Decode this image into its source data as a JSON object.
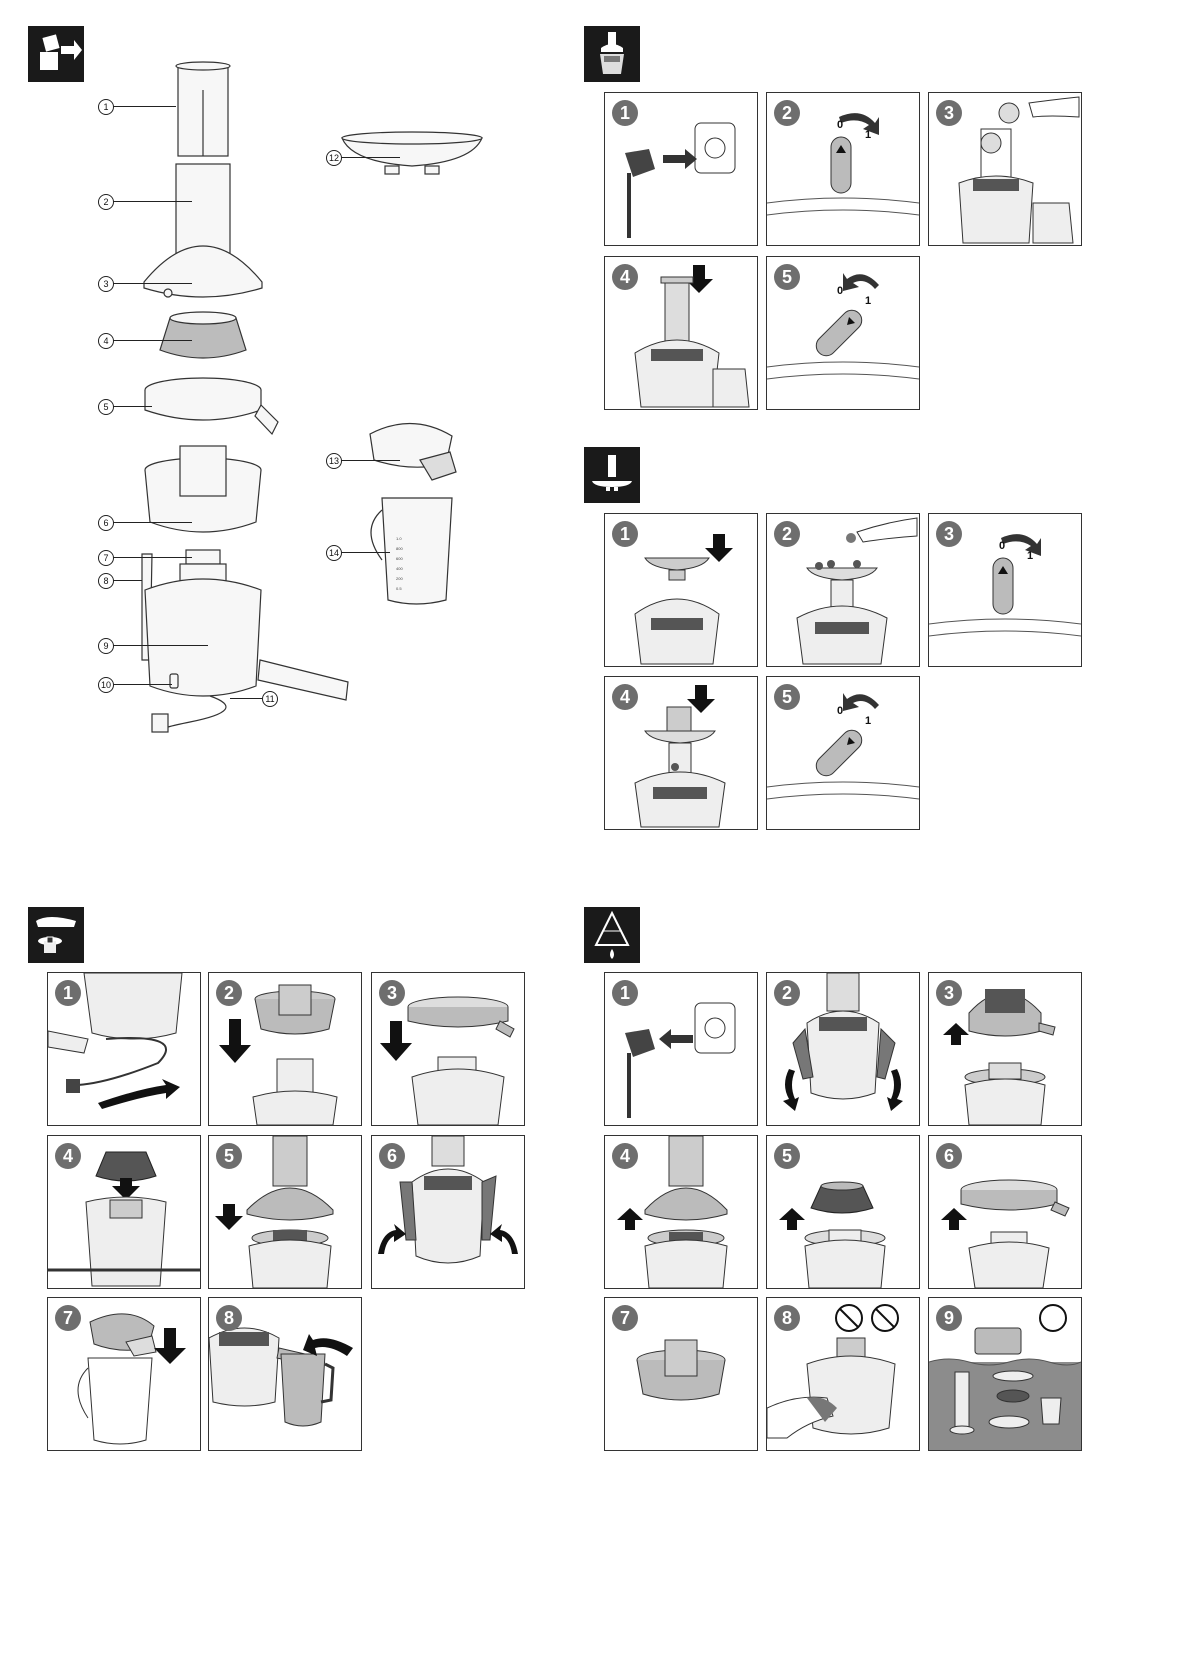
{
  "parts": {
    "callouts": [
      "1",
      "2",
      "3",
      "4",
      "5",
      "6",
      "7",
      "8",
      "9",
      "10",
      "11",
      "12",
      "13",
      "14"
    ]
  },
  "sections": {
    "overview": {
      "icon": "box-unpack-icon"
    },
    "juicing": {
      "icon": "juicer-icon",
      "steps": [
        {
          "num": "1",
          "image": "plug-in-socket"
        },
        {
          "num": "2",
          "image": "switch-on"
        },
        {
          "num": "3",
          "image": "insert-fruit"
        },
        {
          "num": "4",
          "image": "push-pusher"
        },
        {
          "num": "5",
          "image": "switch-off"
        }
      ]
    },
    "berries": {
      "icon": "feeding-tray-icon",
      "steps": [
        {
          "num": "1",
          "image": "place-tray"
        },
        {
          "num": "2",
          "image": "add-berries"
        },
        {
          "num": "3",
          "image": "switch-on"
        },
        {
          "num": "4",
          "image": "push-berries"
        },
        {
          "num": "5",
          "image": "switch-off"
        }
      ]
    },
    "assembly": {
      "icon": "hand-assemble-icon",
      "steps": [
        {
          "num": "1",
          "image": "unwind-cord"
        },
        {
          "num": "2",
          "image": "place-pulp-container"
        },
        {
          "num": "3",
          "image": "place-juice-collector"
        },
        {
          "num": "4",
          "image": "place-filter"
        },
        {
          "num": "5",
          "image": "place-lid"
        },
        {
          "num": "6",
          "image": "lock-arm"
        },
        {
          "num": "7",
          "image": "attach-jug-lid"
        },
        {
          "num": "8",
          "image": "position-jug"
        }
      ]
    },
    "cleaning": {
      "icon": "cloth-drop-icon",
      "steps": [
        {
          "num": "1",
          "image": "unplug"
        },
        {
          "num": "2",
          "image": "unlock-arm"
        },
        {
          "num": "3",
          "image": "remove-lid"
        },
        {
          "num": "4",
          "image": "remove-pusher-lid"
        },
        {
          "num": "5",
          "image": "remove-filter"
        },
        {
          "num": "6",
          "image": "remove-collector"
        },
        {
          "num": "7",
          "image": "pulp-container"
        },
        {
          "num": "8",
          "image": "wipe-base"
        },
        {
          "num": "9",
          "image": "wash-parts"
        }
      ]
    }
  },
  "switch": {
    "off_label": "0",
    "on_label": "1"
  },
  "jug_scale": [
    "1.0",
    "800",
    "600",
    "400",
    "200",
    "0.5"
  ],
  "colors": {
    "icon_bg": "#1a1a1a",
    "badge": "#6e6e6e",
    "panel_border": "#333333",
    "water": "#8c8c8c"
  }
}
